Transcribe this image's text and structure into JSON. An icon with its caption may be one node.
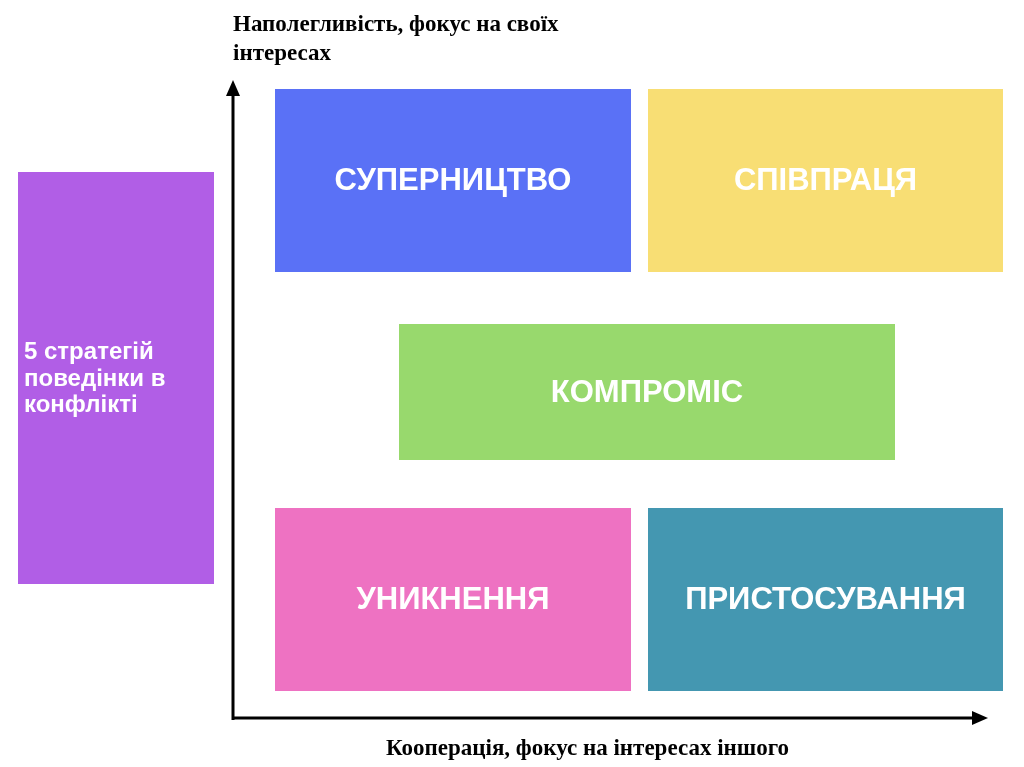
{
  "diagram": {
    "nodes": [
      {
        "text": [
          "5 стратегій поведінки в конфлікті"
        ]
      },
      {
        "text": [
          "СУПЕРНИЦТВО"
        ]
      },
      {
        "text": [
          "СПІВПРАЦЯ"
        ]
      },
      {
        "text": [
          "КОМПРОМІС"
        ]
      },
      {
        "text": [
          "УНИКНЕННЯ"
        ]
      },
      {
        "text": [
          "ПРИСТОСУВАННЯ"
        ]
      }
    ],
    "edges": [],
    "labels": [
      "Наполегливість, фокус на своїх інтересах",
      "Кооперація, фокус на інтересах іншого"
    ]
  }
}
